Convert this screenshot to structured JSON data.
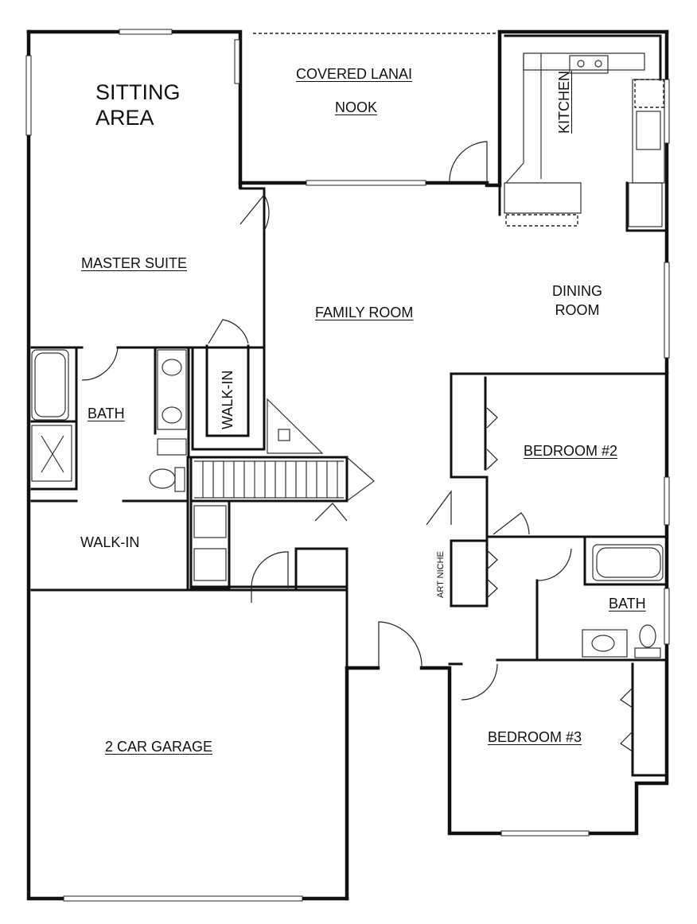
{
  "rooms": {
    "sitting_area": "SITTING\nAREA",
    "covered_lanai": "COVERED LANAI",
    "nook": "NOOK",
    "kitchen": "KITCHEN",
    "master_suite": "MASTER SUITE",
    "family_room": "FAMILY ROOM",
    "dining_room": "DINING\nROOM",
    "master_bath": "BATH",
    "master_walk_in_closet": "WALK-IN",
    "master_walk_in": "WALK-IN",
    "bedroom_2": "BEDROOM #2",
    "art_niche": "ART NICHE",
    "bath_2": "BATH",
    "bedroom_3": "BEDROOM #3",
    "garage": "2 CAR GARAGE"
  }
}
